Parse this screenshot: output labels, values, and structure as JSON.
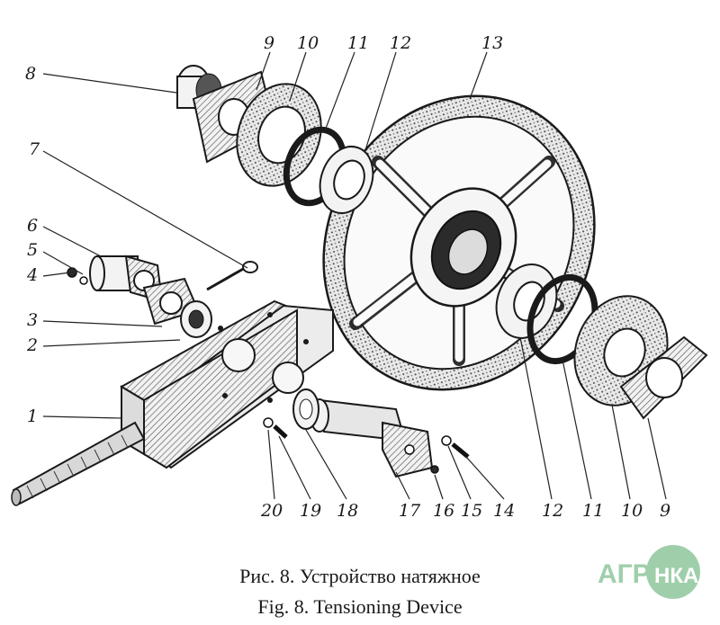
{
  "figure": {
    "caption_ru": "Рис. 8. Устройство натяжное",
    "caption_en": "Fig. 8. Tensioning Device"
  },
  "logo": {
    "left": "АГРО",
    "right": "НКА",
    "color": "#9fcfaa"
  },
  "callouts": {
    "n1": "1",
    "n2": "2",
    "n3": "3",
    "n4": "4",
    "n5": "5",
    "n6": "6",
    "n7": "7",
    "n8": "8",
    "n9a": "9",
    "n10a": "10",
    "n11a": "11",
    "n12a": "12",
    "n13": "13",
    "n20": "20",
    "n19": "19",
    "n18": "18",
    "n17": "17",
    "n16": "16",
    "n15": "15",
    "n14": "14",
    "n12b": "12",
    "n11b": "11",
    "n10b": "10",
    "n9b": "9"
  }
}
